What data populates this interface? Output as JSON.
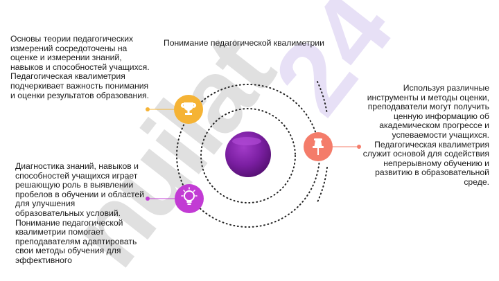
{
  "title": "Понимание педагогической квалиметрии",
  "blocks": {
    "top_left": "Основы теории педагогических измерений сосредоточены на оценке и измерении знаний, навыков и способностей учащихся. Педагогическая квалиметрия подчеркивает важность понимания и оценки результатов образования.",
    "right": "Используя различные инструменты и методы оценки, преподаватели могут получить ценную информацию об академическом прогрессе и успеваемости учащихся. Педагогическая квалиметрия служит основой для содействия непрерывному обучению и развитию в образовательной среде.",
    "bottom_left": "Диагностика знаний, навыков и способностей учащихся играет решающую роль в выявлении пробелов в обучении и областей для улучшения образовательных условий. Понимание педагогической квалиметрии помогает преподавателям адаптировать свои методы обучения для эффективного"
  },
  "watermark": "nuilat 24",
  "icons": {
    "top_left": "trophy-icon",
    "right": "pushpin-icon",
    "bottom_left": "lightbulb-icon"
  },
  "colors": {
    "orbit_center": "#7b1fa2",
    "trophy_circle": "#f5b335",
    "pushpin_circle": "#f47c6a",
    "lightbulb_circle": "#c23bd4",
    "watermark": "#b9b9b9"
  }
}
